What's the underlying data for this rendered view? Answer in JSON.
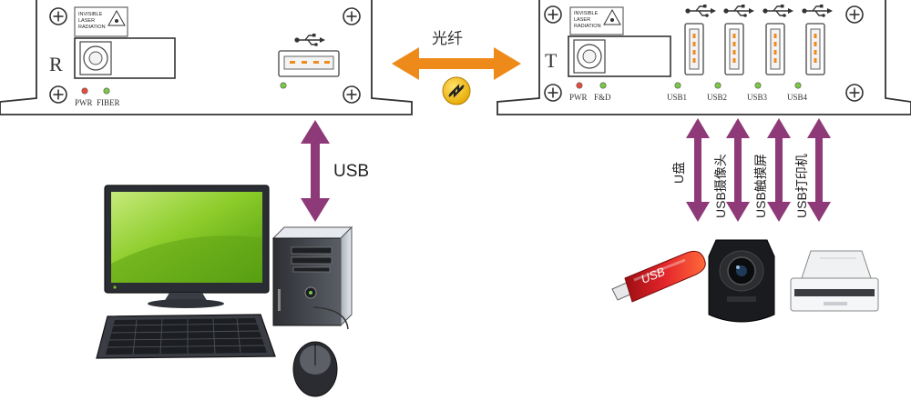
{
  "receiver": {
    "letter": "R",
    "laser_label": [
      "INVISIBLE",
      "LASER",
      "RADIATION"
    ],
    "leds": [
      "PWR",
      "FIBER"
    ]
  },
  "transmitter": {
    "letter": "T",
    "laser_label": [
      "INVISIBLE",
      "LASER",
      "RADIATION"
    ],
    "leds": [
      "PWR",
      "F&D"
    ],
    "usb_ports": [
      "USB1",
      "USB2",
      "USB3",
      "USB4"
    ]
  },
  "link": {
    "fiber_label": "光纤",
    "usb_label": "USB"
  },
  "devices": {
    "flash_label": "USB",
    "vertical_labels": [
      "U盘",
      "USB摄像头",
      "USB触摸屏",
      "USB打印机"
    ]
  },
  "colors": {
    "fiber_arrow": "#ee8a1a",
    "usb_arrow": "#8e3a78",
    "panel_stroke": "#333333",
    "monitor_screen": "#7dc11e"
  }
}
